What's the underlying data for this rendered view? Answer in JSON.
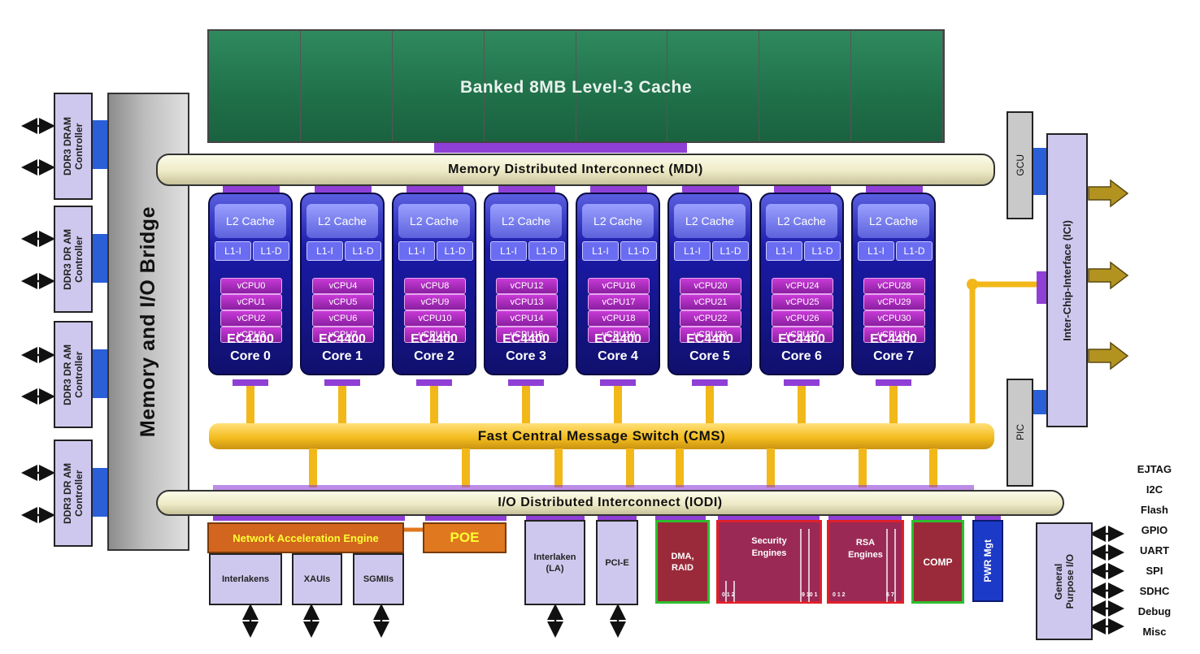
{
  "l3_cache": {
    "title": "Banked 8MB Level-3 Cache"
  },
  "mdi": {
    "label": "Memory Distributed Interconnect (MDI)"
  },
  "cms": {
    "label": "Fast Central Message Switch (CMS)"
  },
  "iodi": {
    "label": "I/O Distributed Interconnect (IODI)"
  },
  "bridge": {
    "label": "Memory and I/O Bridge"
  },
  "ddr": [
    {
      "label": "DDR3 DRAM\nController"
    },
    {
      "label": "DDR3 DR AM\nController"
    },
    {
      "label": "DDR3 DR AM\nController"
    },
    {
      "label": "DDR3 DR AM\nController"
    }
  ],
  "cores": [
    {
      "l2": "L2 Cache",
      "l1i": "L1-I",
      "l1d": "L1-D",
      "vcpus": [
        "vCPU0",
        "vCPU1",
        "vCPU2",
        "vCPU3"
      ],
      "model": "EC4400",
      "name": "Core 0"
    },
    {
      "l2": "L2 Cache",
      "l1i": "L1-I",
      "l1d": "L1-D",
      "vcpus": [
        "vCPU4",
        "vCPU5",
        "vCPU6",
        "vCPU7"
      ],
      "model": "EC4400",
      "name": "Core 1"
    },
    {
      "l2": "L2 Cache",
      "l1i": "L1-I",
      "l1d": "L1-D",
      "vcpus": [
        "vCPU8",
        "vCPU9",
        "vCPU10",
        "vCPU11"
      ],
      "model": "EC4400",
      "name": "Core 2"
    },
    {
      "l2": "L2 Cache",
      "l1i": "L1-I",
      "l1d": "L1-D",
      "vcpus": [
        "vCPU12",
        "vCPU13",
        "vCPU14",
        "vCPU15"
      ],
      "model": "EC4400",
      "name": "Core 3"
    },
    {
      "l2": "L2 Cache",
      "l1i": "L1-I",
      "l1d": "L1-D",
      "vcpus": [
        "vCPU16",
        "vCPU17",
        "vCPU18",
        "vCPU19"
      ],
      "model": "EC4400",
      "name": "Core 4"
    },
    {
      "l2": "L2 Cache",
      "l1i": "L1-I",
      "l1d": "L1-D",
      "vcpus": [
        "vCPU20",
        "vCPU21",
        "vCPU22",
        "vCPU23"
      ],
      "model": "EC4400",
      "name": "Core 5"
    },
    {
      "l2": "L2 Cache",
      "l1i": "L1-I",
      "l1d": "L1-D",
      "vcpus": [
        "vCPU24",
        "vCPU25",
        "vCPU26",
        "vCPU27"
      ],
      "model": "EC4400",
      "name": "Core 6"
    },
    {
      "l2": "L2 Cache",
      "l1i": "L1-I",
      "l1d": "L1-D",
      "vcpus": [
        "vCPU28",
        "vCPU29",
        "vCPU30",
        "vCPU31"
      ],
      "model": "EC4400",
      "name": "Core 7"
    }
  ],
  "gcu": {
    "label": "GCU"
  },
  "pic": {
    "label": "PIC"
  },
  "ici": {
    "label": "Inter-Chip-Interface (ICI)"
  },
  "nae": {
    "label": "Network Acceleration Engine"
  },
  "poe": {
    "label": "POE"
  },
  "io": {
    "interlakens": "Interlakens",
    "xauis": "XAUIs",
    "sgmiis": "SGMIIs",
    "interlaken_la": "Interlaken\n(LA)",
    "pcie": "PCI-E"
  },
  "dma": {
    "label": "DMA,\nRAID"
  },
  "security": {
    "label": "Security\nEngines",
    "idx_start": "0 1 2",
    "idx_end": "9 10 1"
  },
  "rsa": {
    "label": "RSA\nEngines",
    "idx_start": "0 1 2",
    "idx_end": "6 7"
  },
  "comp": {
    "label": "COMP"
  },
  "pwr": {
    "label": "PWR Mgt"
  },
  "gpio": {
    "label": "General\nPurpose I/O"
  },
  "signals": [
    "EJTAG",
    "I2C",
    "Flash",
    "GPIO",
    "UART",
    "SPI",
    "SDHC",
    "Debug",
    "Misc"
  ],
  "colors": {
    "cache": "#1f7049",
    "core": "#10106e",
    "vcpu": "#8a1fa0",
    "cms": "#f4bd1f",
    "bridge": "#bdbdbd",
    "io": "#cfc8ee"
  }
}
